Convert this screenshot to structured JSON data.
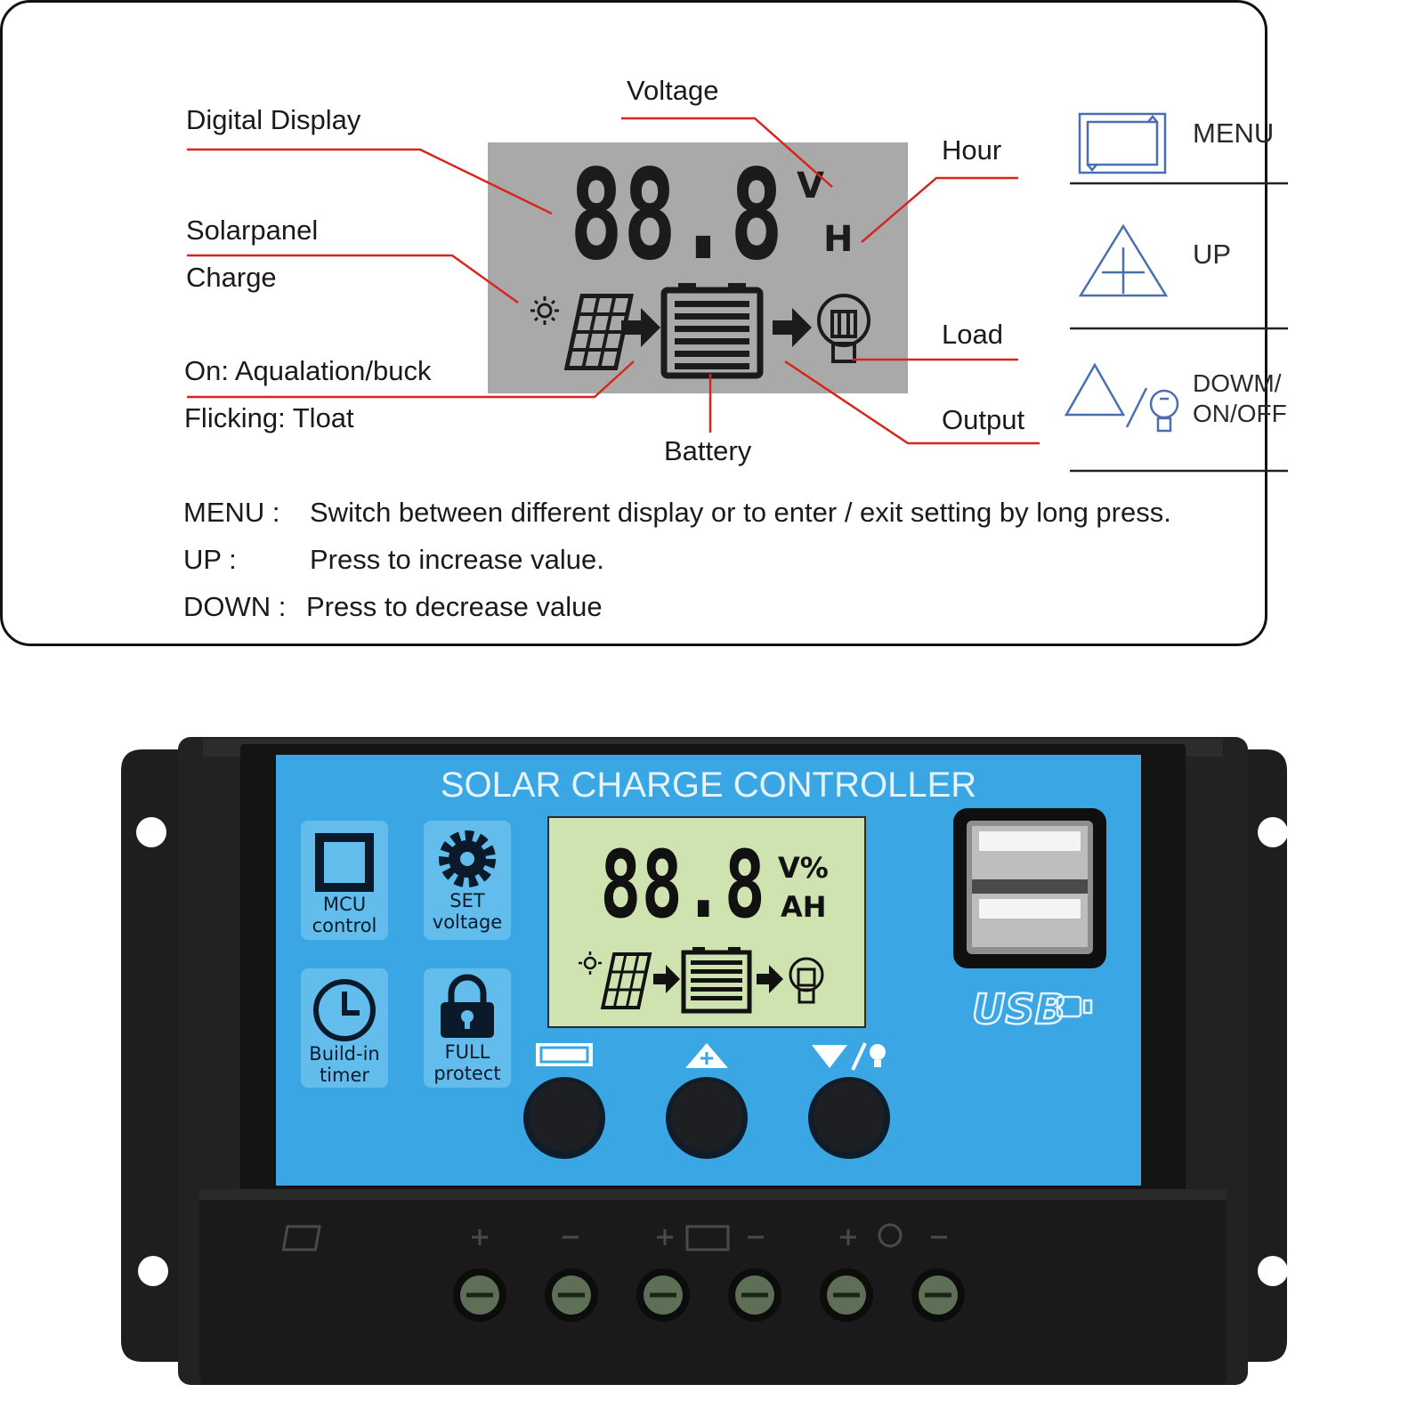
{
  "diagram": {
    "lcd": {
      "digits": "88.8",
      "unit_top": "V",
      "unit_bottom": "H"
    },
    "labels": {
      "digital_display": "Digital Display",
      "voltage": "Voltage",
      "hour": "Hour",
      "solarpanel": "Solarpanel",
      "charge": "Charge",
      "on_mode": "On: Aqualation/buck",
      "flicking_mode": "Flicking: Tloat",
      "battery": "Battery",
      "load": "Load",
      "output": "Output"
    },
    "buttons": {
      "menu": "MENU",
      "up": "UP",
      "down_line1": "DOWM/",
      "down_line2": "ON/OFF"
    },
    "descriptions": [
      {
        "key": "MENU :",
        "text": "Switch between different display or to enter / exit setting by long press."
      },
      {
        "key": "UP :",
        "text": "Press to increase value."
      },
      {
        "key": "DOWN :",
        "text": "Press to decrease value"
      }
    ]
  },
  "device": {
    "title": "SOLAR CHARGE CONTROLLER",
    "features": [
      {
        "icon": "chip-icon",
        "label": "MCU\ncontrol"
      },
      {
        "icon": "gear-icon",
        "label": "SET\nvoltage"
      },
      {
        "icon": "clock-icon",
        "label": "Build-in\ntimer"
      },
      {
        "icon": "lock-icon",
        "label": "FULL\nprotect"
      }
    ],
    "lcd": {
      "digits": "88.8",
      "unit_top": "V%",
      "unit_bottom": "AH"
    },
    "usb_label": "USB",
    "colors": {
      "panel_blue": "#3aa6e3",
      "lcd_green": "#cfe3b0",
      "case_black": "#1c1c1c",
      "accent_red": "#d8251e"
    }
  }
}
